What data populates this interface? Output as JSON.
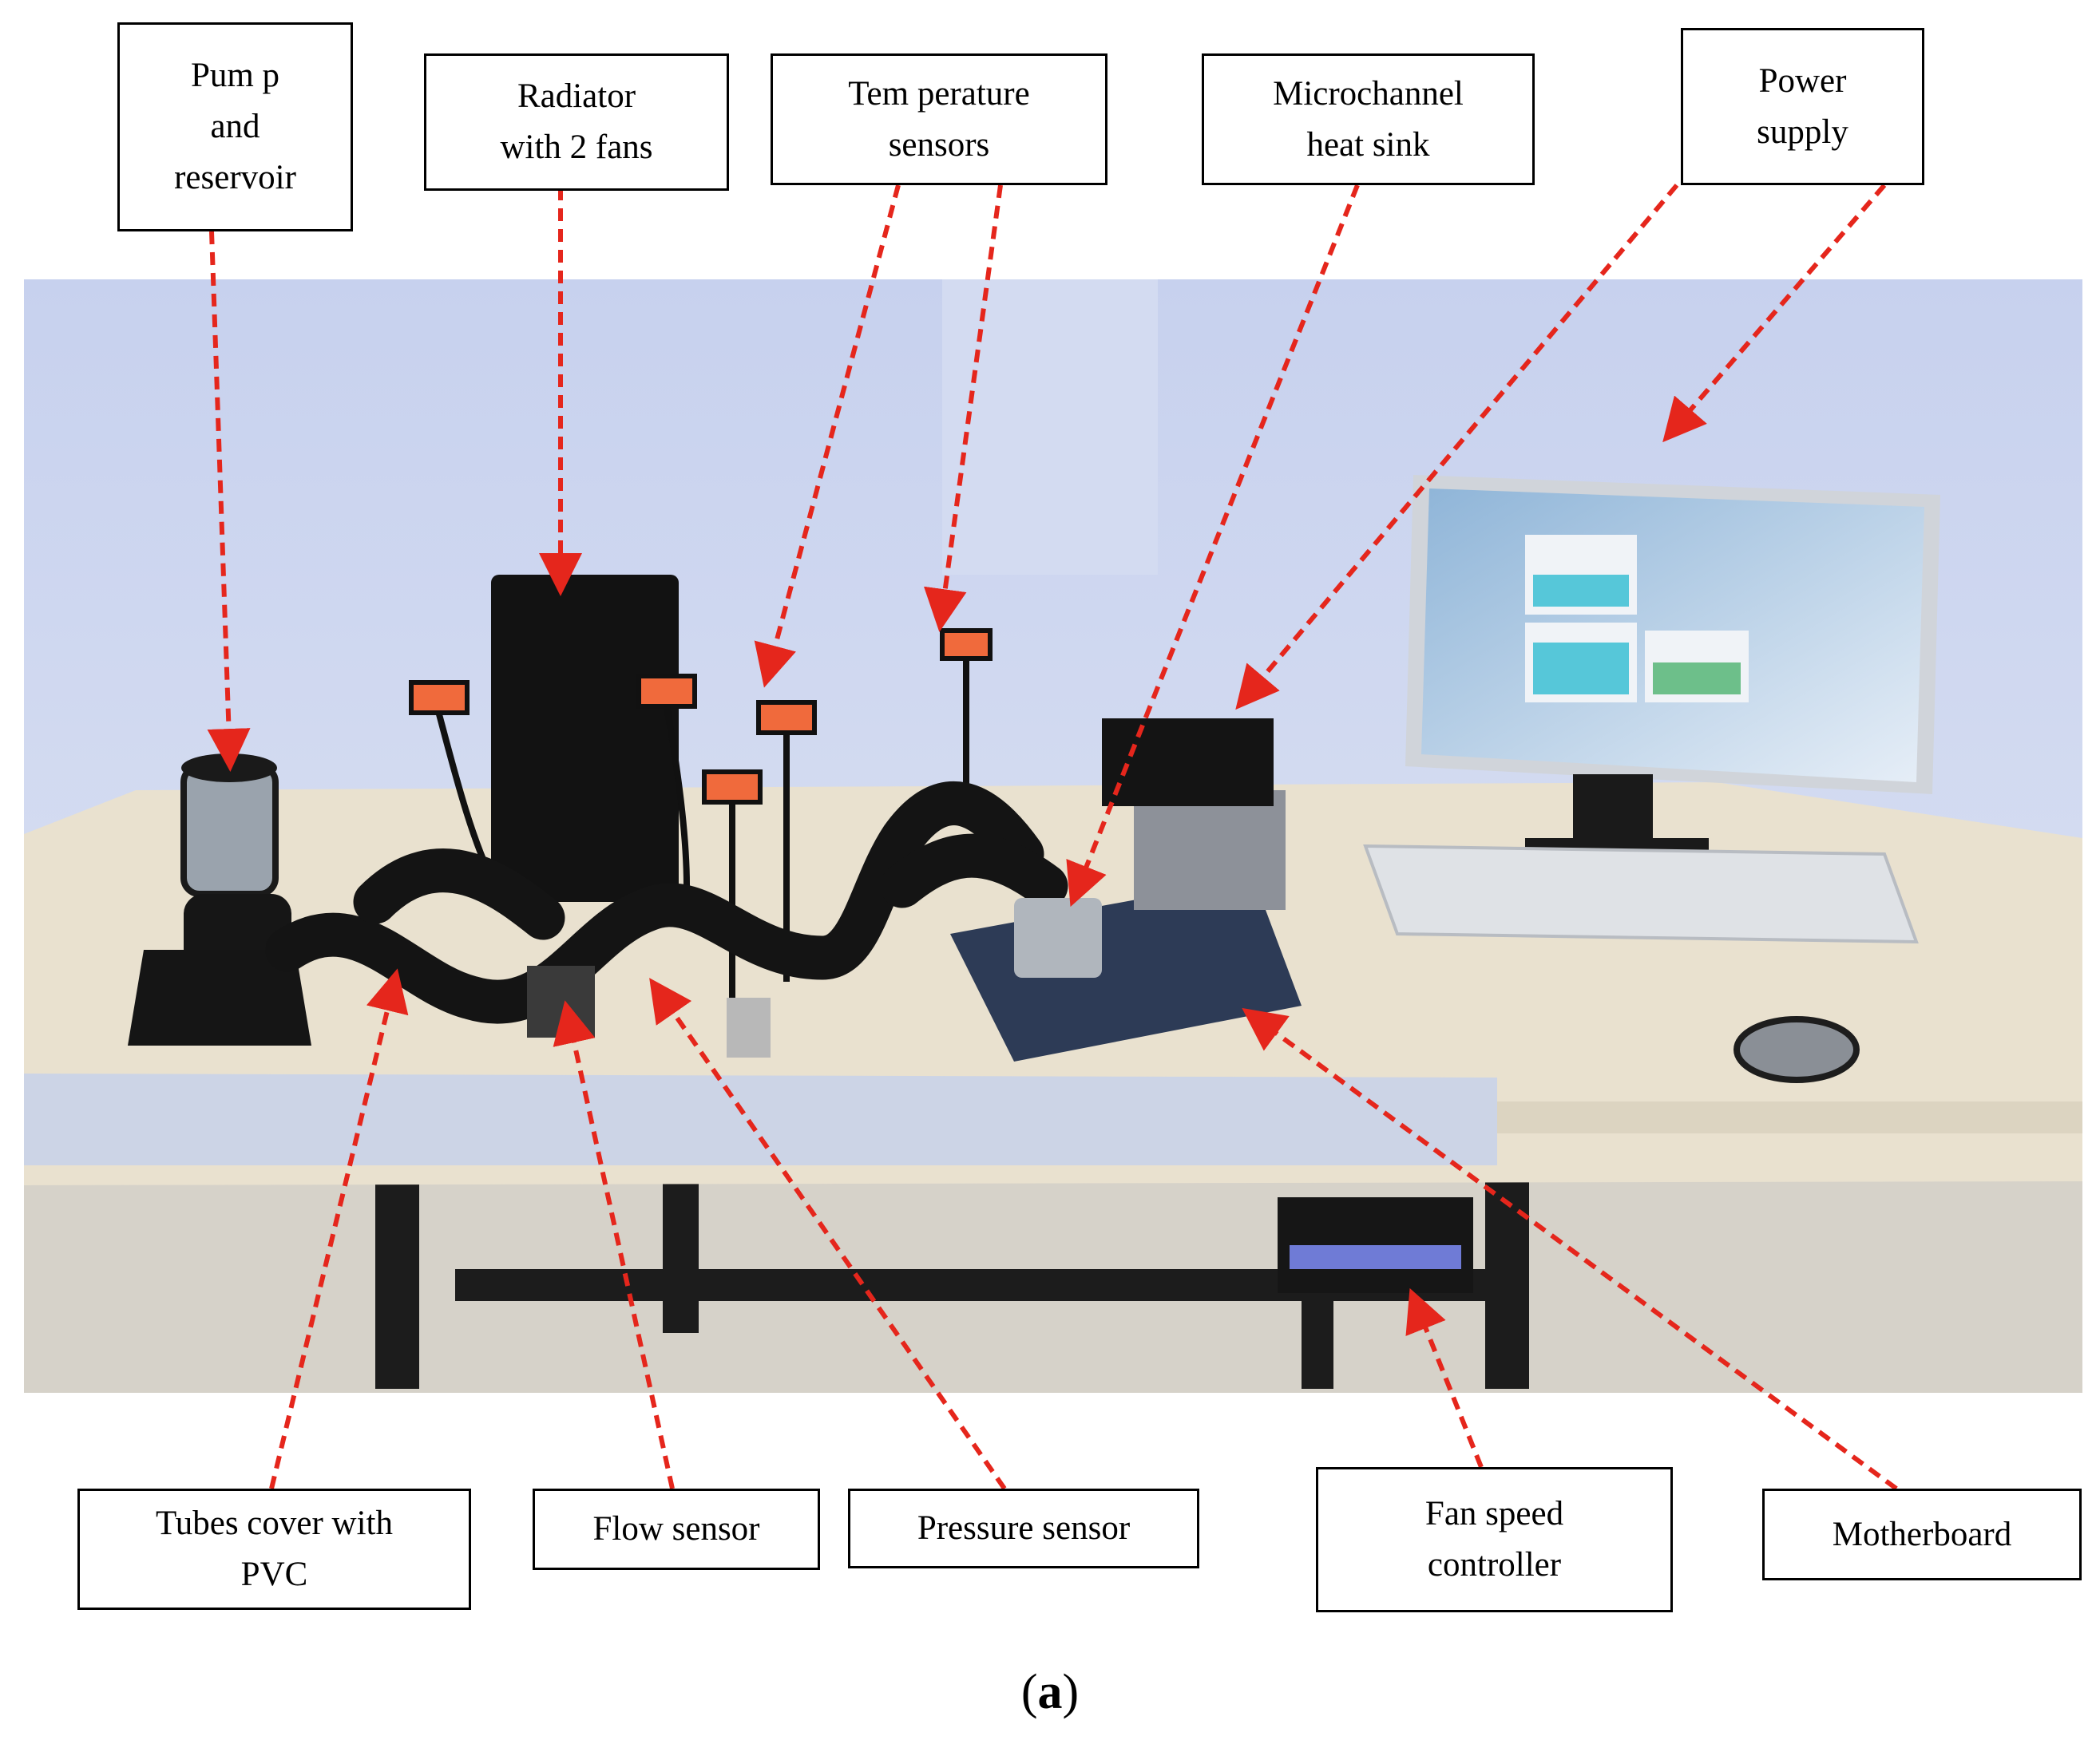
{
  "labels": {
    "pump": "Pum p\nand\nreservoir",
    "radiator": "Radiator\nwith 2 fans",
    "temperature": "Tem perature\nsensors",
    "microchannel": "Microchannel\nheat sink",
    "power": "Power\nsupply",
    "tubes": "Tubes cover with\nPVC",
    "flow": "Flow  sensor",
    "pressure": "Pressure  sensor",
    "fan_controller": "Fan speed\ncontroller",
    "motherboard": "Motherboard"
  },
  "caption": {
    "open": "(",
    "letter": "a",
    "close": ")"
  },
  "colors": {
    "arrow": "#e5261c",
    "box_border": "#000000",
    "wall": "#c9d3ee",
    "table_top": "#e9e1cf",
    "floor": "#d6d2c9",
    "equipment": "#141414",
    "sensor_display": "#f06a3c"
  }
}
